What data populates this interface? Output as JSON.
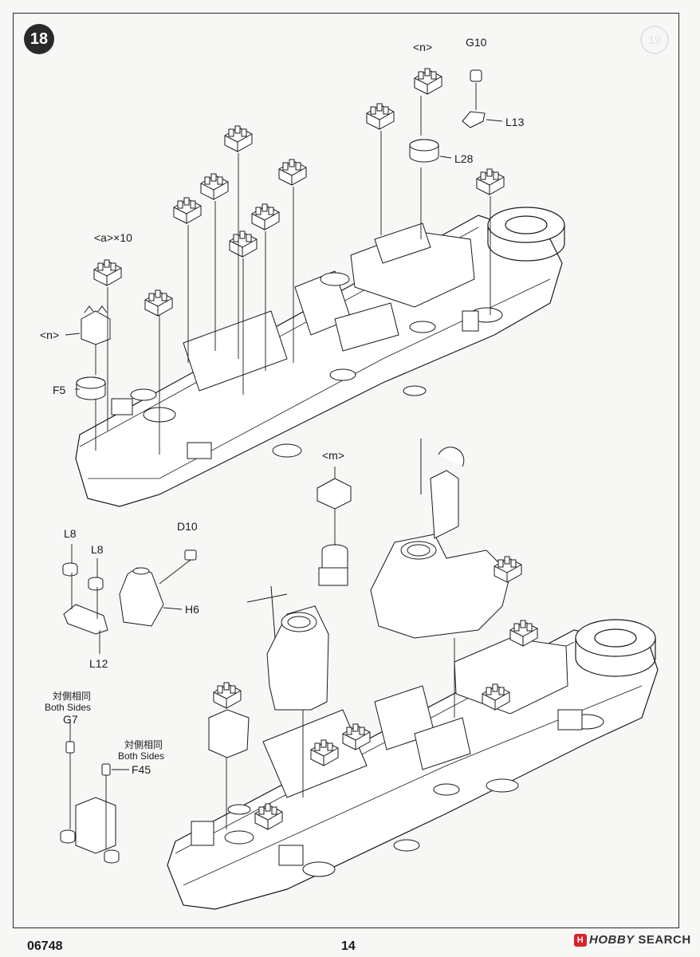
{
  "step": {
    "number": "18",
    "faint_number": "19"
  },
  "labels": {
    "n_top": "<n>",
    "g10": "G10",
    "l13": "L13",
    "l28": "L28",
    "a_x10": "<a>×10",
    "n_left": "<n>",
    "f5": "F5",
    "m": "<m>",
    "d10": "D10",
    "l8_a": "L8",
    "l8_b": "L8",
    "h6": "H6",
    "l12": "L12",
    "both_sides_cn_1": "対側相同",
    "both_sides_en_1": "Both Sides",
    "g7": "G7",
    "both_sides_cn_2": "対側相同",
    "both_sides_en_2": "Both Sides",
    "f45": "F45"
  },
  "footer": {
    "product_code": "06748",
    "page_number": "14"
  },
  "watermark": {
    "icon": "H",
    "brand": "HOBBY",
    "rest": " SEARCH"
  },
  "colors": {
    "line": "#1a1a1a",
    "paper": "#f7f7f5",
    "accent": "#d6242a"
  }
}
